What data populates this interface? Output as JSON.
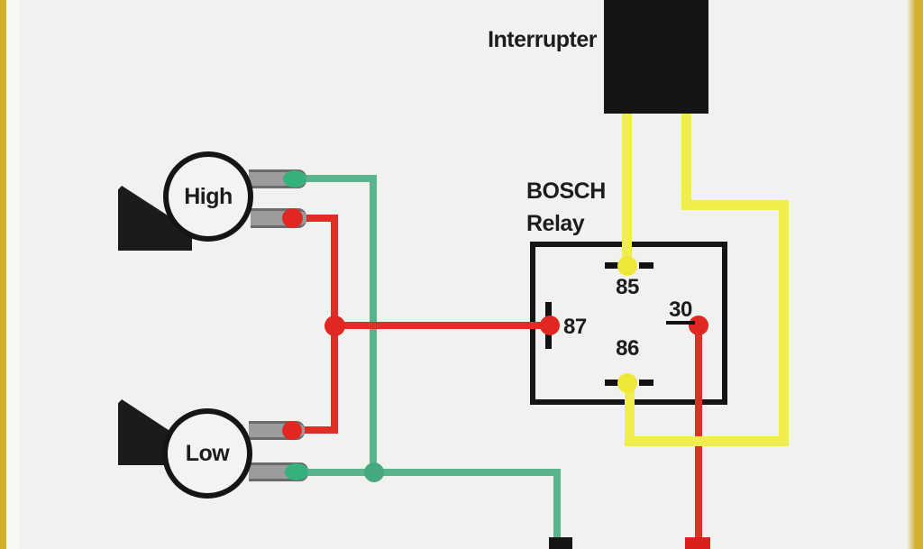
{
  "diagram": {
    "type": "automotive-horn-relay-wiring-diagram",
    "interrupter": {
      "label": "Interrupter"
    },
    "relay": {
      "name_line1": "BOSCH",
      "name_line2": "Relay",
      "terminals": {
        "t85": "85",
        "t86": "86",
        "t87": "87",
        "t30": "30"
      }
    },
    "horns": {
      "high": "High",
      "low": "Low"
    },
    "connectors": {
      "ground_terminal": "black-square-bottom",
      "power_terminal": "red-square-bottom"
    },
    "colors": {
      "background": "#f1f1ef",
      "frame_gold": "#d1b02f",
      "wire_yellow": "#f0ed4e",
      "wire_red": "#dc2f26",
      "wire_green": "#57b48c",
      "component_black": "#151515",
      "stub_gray": "#9c9c9c"
    }
  }
}
